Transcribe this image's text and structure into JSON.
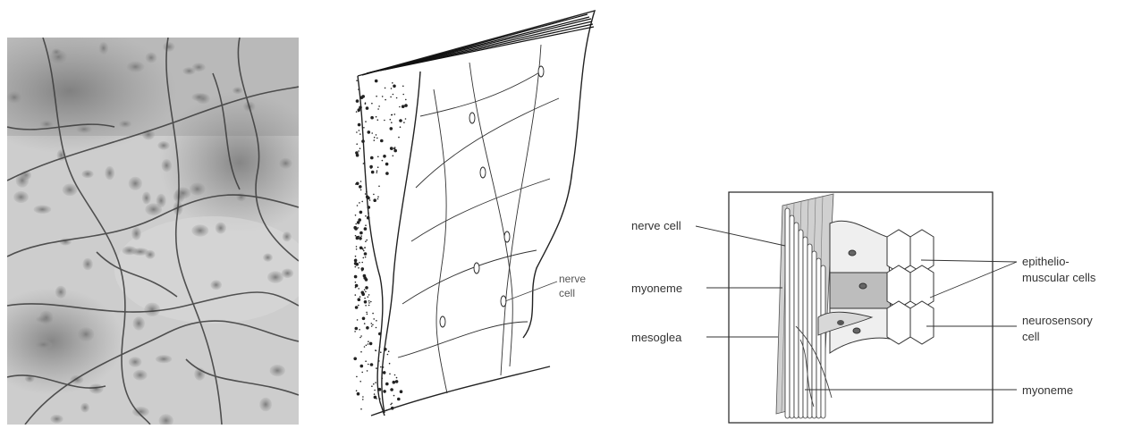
{
  "micrograph": {},
  "sketch": {
    "label_nerve_cell_line1": "nerve",
    "label_nerve_cell_line2": "cell"
  },
  "schematic": {
    "label_nerve_cell": "nerve cell",
    "label_myoneme_left": "myoneme",
    "label_mesoglea": "mesoglea",
    "label_epithelio_line1": "epithelio-",
    "label_epithelio_line2": "muscular cells",
    "label_neurosensory_line1": "neurosensory",
    "label_neurosensory_line2": "cell",
    "label_myoneme_right": "myoneme"
  },
  "colors": {
    "micro_bg": "#c9c9c9",
    "ink": "#222222",
    "label": "#333333"
  }
}
